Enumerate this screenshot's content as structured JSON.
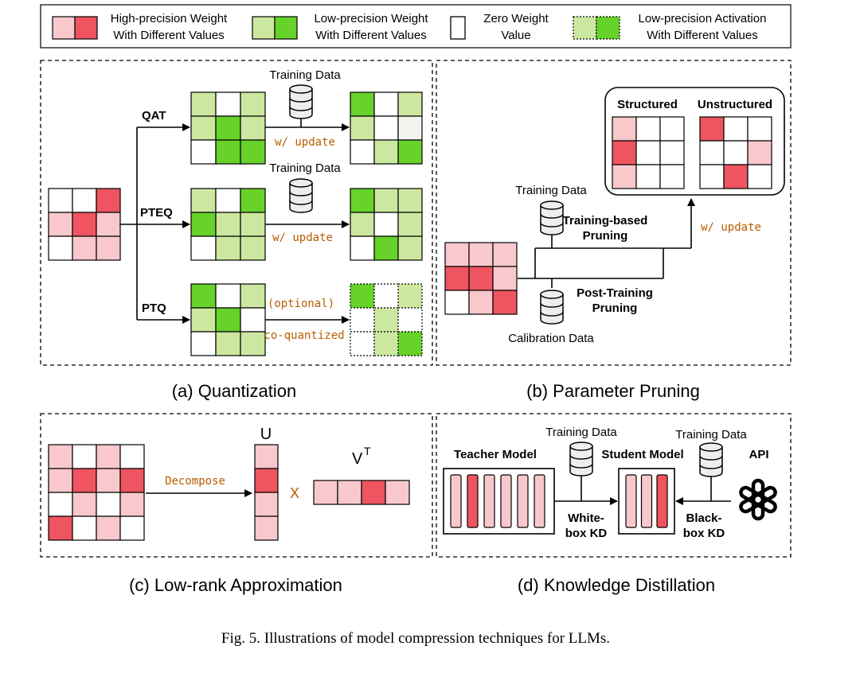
{
  "legend": {
    "high_precision": [
      "High-precision Weight",
      "With Different Values"
    ],
    "low_precision": [
      "Low-precision Weight",
      "With Different Values"
    ],
    "zero": [
      "Zero Weight",
      "Value"
    ],
    "activation": [
      "Low-precision Activation",
      "With Different Values"
    ]
  },
  "quantization": {
    "qat": "QAT",
    "pteq": "PTEQ",
    "ptq": "PTQ",
    "training_data_1": "Training Data",
    "training_data_2": "Training Data",
    "update_1": "w/ update",
    "update_2": "w/ update",
    "optional": "(optional)",
    "co_quantized": "co-quantized",
    "caption": "(a) Quantization"
  },
  "pruning": {
    "structured": "Structured",
    "unstructured": "Unstructured",
    "training_data": "Training Data",
    "training_based": [
      "Training-based",
      "Pruning"
    ],
    "post_training": [
      "Post-Training",
      "Pruning"
    ],
    "calibration_data": "Calibration Data",
    "update": "w/ update",
    "caption": "(b) Parameter Pruning"
  },
  "lowrank": {
    "u": "U",
    "v": "V",
    "v_sup": "T",
    "decompose": "Decompose",
    "times": "X",
    "caption": "(c) Low-rank Approximation"
  },
  "distillation": {
    "training_data_1": "Training Data",
    "training_data_2": "Training Data",
    "teacher": "Teacher Model",
    "student": "Student Model",
    "api": "API",
    "white_box": [
      "White-",
      "box KD"
    ],
    "black_box": [
      "Black-",
      "box KD"
    ],
    "caption": "(d) Knowledge Distillation"
  },
  "figure_caption": "Fig. 5.  Illustrations of model compression techniques for LLMs.",
  "colors": {
    "light_pink": "#f8c8cc",
    "red": "#ee5560",
    "light_green": "#cce8a0",
    "green": "#66d22a"
  }
}
